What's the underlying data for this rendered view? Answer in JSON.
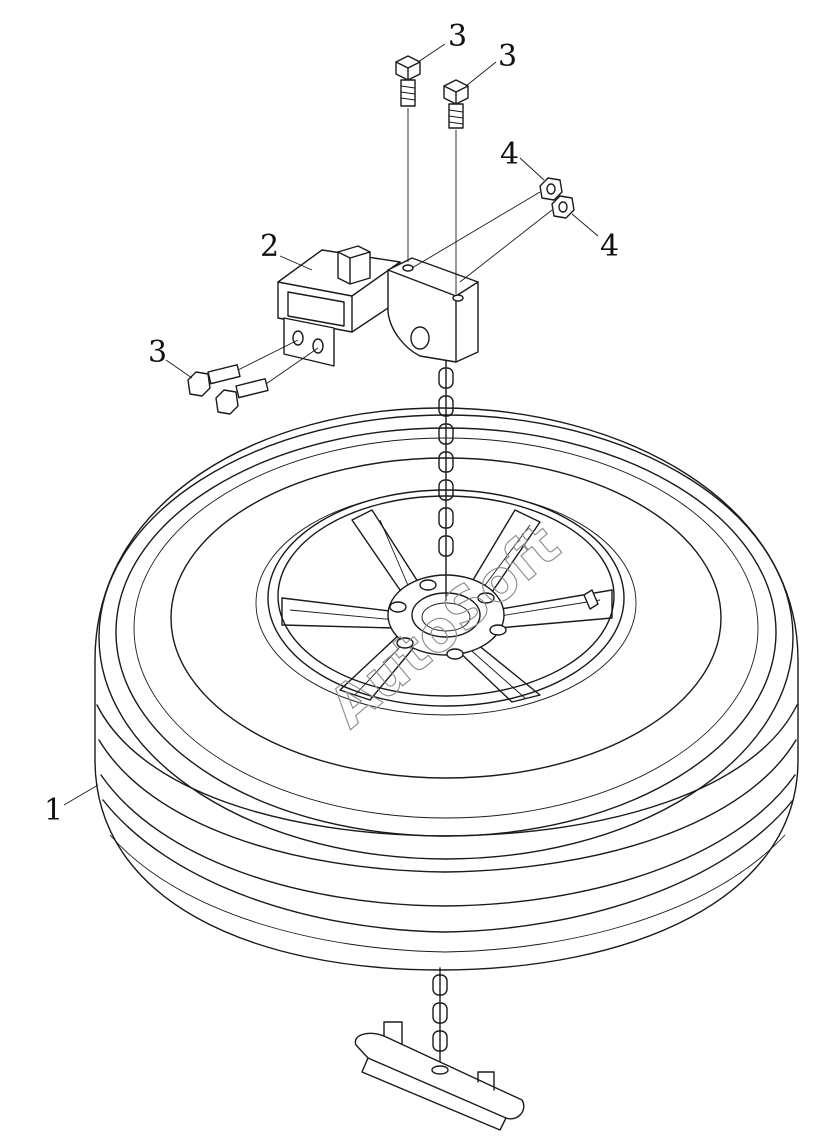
{
  "callouts": {
    "c1": "1",
    "c2": "2",
    "c3a": "3",
    "c3b": "3",
    "c3c": "3",
    "c4a": "4",
    "c4b": "4"
  },
  "watermark": "AutoSoft",
  "colors": {
    "line": "#1a1a1a",
    "background": "#ffffff",
    "watermark": "#8a8a8a"
  }
}
